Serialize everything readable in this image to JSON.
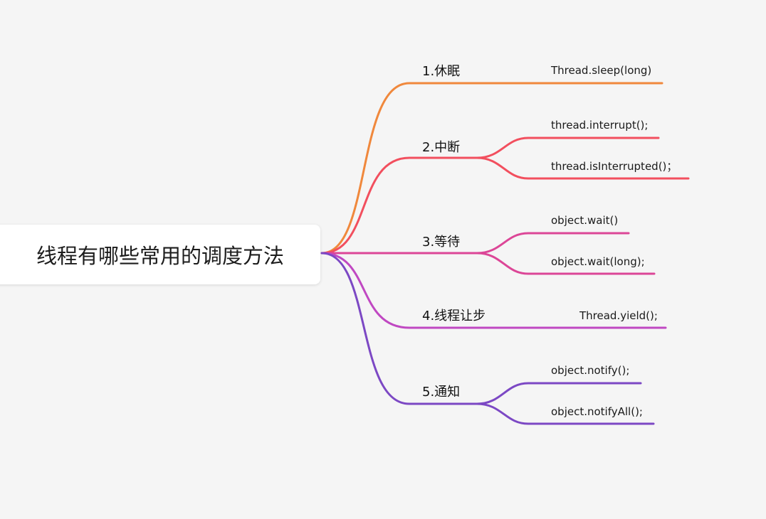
{
  "root": {
    "label": "线程有哪些常用的调度方法"
  },
  "branches": [
    {
      "label": "1.休眠",
      "color": "#f0883c",
      "leaves": [
        "Thread.sleep(long)"
      ]
    },
    {
      "label": "2.中断",
      "color": "#f24f5e",
      "leaves": [
        "thread.interrupt();",
        "thread.isInterrupted()；"
      ]
    },
    {
      "label": "3.等待",
      "color": "#dc4697",
      "leaves": [
        "object.wait()",
        "object.wait(long);"
      ]
    },
    {
      "label": "4.线程让步",
      "color": "#c048c2",
      "leaves": [
        "Thread.yield();"
      ]
    },
    {
      "label": "5.通知",
      "color": "#7c48c4",
      "leaves": [
        "object.notify();",
        "object.notifyAll();"
      ]
    }
  ]
}
